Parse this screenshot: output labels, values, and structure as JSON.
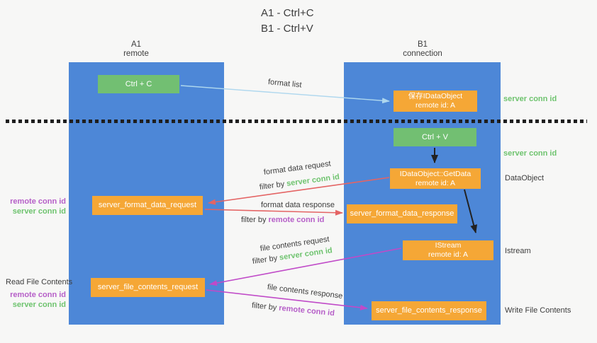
{
  "title": {
    "line1": "A1 - Ctrl+C",
    "line2": "B1 - Ctrl+V"
  },
  "lanes": {
    "a1": {
      "name": "A1",
      "subtitle": "remote"
    },
    "b1": {
      "name": "B1",
      "subtitle": "connection"
    }
  },
  "nodes": {
    "ctrl_c": "Ctrl + C",
    "save_idataobject": {
      "line1": "保存IDataObject",
      "line2": "remote id: A"
    },
    "ctrl_v": "Ctrl + V",
    "getdata": {
      "line1": "IDataObject::GetData",
      "line2": "remote id: A"
    },
    "format_request": "server_format_data_request",
    "format_response": "server_format_data_response",
    "istream": {
      "line1": "IStream",
      "line2": "remote id: A"
    },
    "file_request": "server_file_contents_request",
    "file_response": "server_file_contents_response"
  },
  "edges": {
    "format_list": "format list",
    "format_data_request": {
      "label": "format data request",
      "filter_prefix": "filter by ",
      "filter_key": "server conn id"
    },
    "format_data_response": {
      "label": "format data response",
      "filter_prefix": "filter by ",
      "filter_key": "remote conn id"
    },
    "file_contents_request": {
      "label": "file contents request",
      "filter_prefix": "filter by ",
      "filter_key": "server conn id"
    },
    "file_contents_response": {
      "label": "file contents response",
      "filter_prefix": "filter by ",
      "filter_key": "remote conn id"
    }
  },
  "annotations": {
    "right_server_conn_id_1": "server conn id",
    "right_server_conn_id_2": "server conn id",
    "data_object": "DataObject",
    "istream_label": "Istream",
    "write_file_contents": "Write File Contents",
    "left_remote_conn_id_1": "remote conn id",
    "left_server_conn_id_1": "server conn id",
    "read_file_contents": "Read File Contents",
    "left_remote_conn_id_2": "remote conn id",
    "left_server_conn_id_2": "server conn id"
  },
  "colors": {
    "lane_fill": "#4d87d7",
    "green_box": "#72bf72",
    "orange_box": "#f5a736",
    "green_text": "#6ec36e",
    "purple_text": "#b65fc8",
    "red_arrow": "#e46464",
    "magenta_arrow": "#c04ac8",
    "blue_arrow": "#aed7ee",
    "black_arrow": "#222222",
    "text": "#3d3d3d",
    "bg": "#f7f7f6",
    "dot": "#1e1e1e"
  }
}
